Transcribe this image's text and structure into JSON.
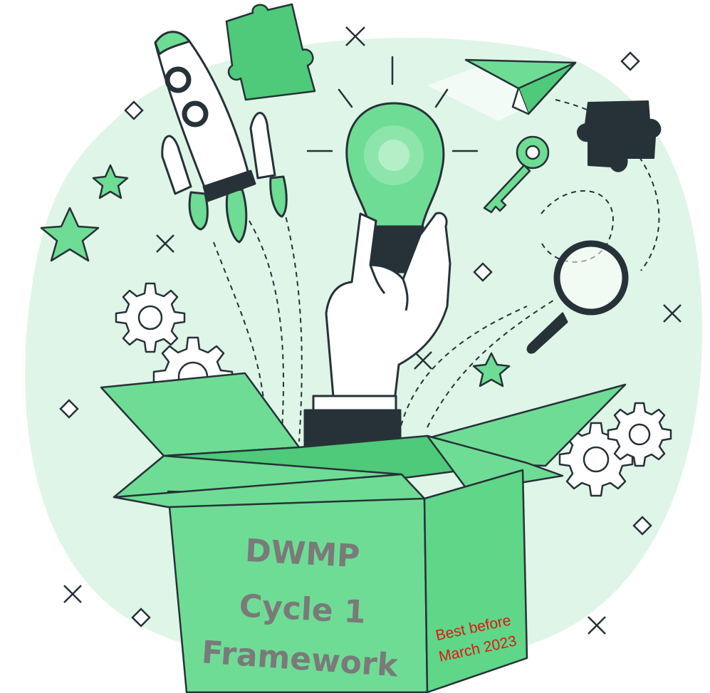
{
  "box_label": {
    "line1": "DWMP",
    "line2": "Cycle 1",
    "line3": "Framework"
  },
  "stamp": {
    "line1": "Best before",
    "line2": "March 2023"
  },
  "colors": {
    "background_blob": "#dff5e7",
    "accent_green": "#6fdc95",
    "mid_green": "#4fc97a",
    "dark_outline": "#263238",
    "white": "#ffffff",
    "label_gray": "#7a7a7a",
    "stamp_red": "#e01515"
  },
  "icons": [
    "rocket-icon",
    "puzzle-piece-icon",
    "lightbulb-icon",
    "hand-icon",
    "paper-plane-icon",
    "key-icon",
    "magnifier-icon",
    "gear-icon",
    "star-icon",
    "diamond-icon",
    "cross-icon",
    "open-box-icon"
  ]
}
